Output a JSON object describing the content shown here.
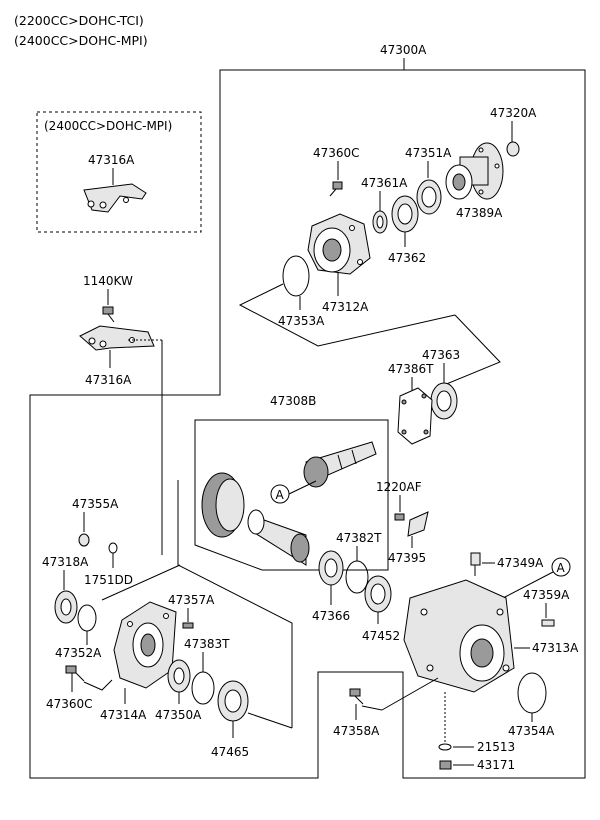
{
  "header": {
    "line1": "(2200CC>DOHC-TCI)",
    "line2": "(2400CC>DOHC-MPI)"
  },
  "inset": {
    "title": "(2400CC>DOHC-MPI)"
  },
  "assembly_label": "47300A",
  "parts": {
    "p47316A_inset": "47316A",
    "p47320A": "47320A",
    "p47360C_top": "47360C",
    "p47351A": "47351A",
    "p47361A": "47361A",
    "p47389A": "47389A",
    "p47362": "47362",
    "p47353A": "47353A",
    "p47312A": "47312A",
    "p1140KW": "1140KW",
    "p47316A": "47316A",
    "p47363": "47363",
    "p47386T": "47386T",
    "p47308B": "47308B",
    "p47355A": "47355A",
    "p1220AF": "1220AF",
    "p47382T": "47382T",
    "p47395": "47395",
    "p47318A": "47318A",
    "p1751DD": "1751DD",
    "p47349A": "47349A",
    "p47357A": "47357A",
    "p47366": "47366",
    "p47452": "47452",
    "p47359A": "47359A",
    "p47383T": "47383T",
    "p47313A": "47313A",
    "p47352A": "47352A",
    "p47360C": "47360C",
    "p47314A": "47314A",
    "p47350A": "47350A",
    "p47354A": "47354A",
    "p47358A": "47358A",
    "p47465": "47465",
    "p21513": "21513",
    "p43171": "43171"
  },
  "ref_marker": "A"
}
